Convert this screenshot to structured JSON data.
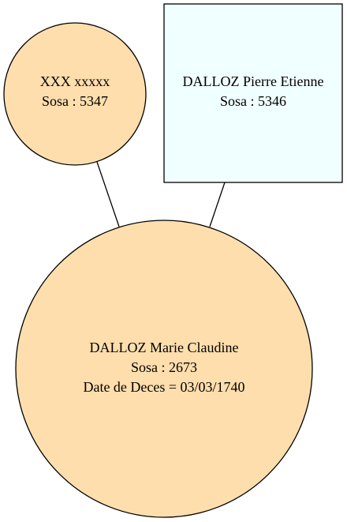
{
  "colors": {
    "female_fill": "#FFDEAD",
    "male_fill": "#F0FFFF",
    "stroke": "#000000",
    "background": "#FFFFFF"
  },
  "nodes": {
    "mother": {
      "name": "XXX xxxxx",
      "sosa": "Sosa : 5347",
      "shape": "circle"
    },
    "father": {
      "name": "DALLOZ Pierre Etienne",
      "sosa": "Sosa : 5346",
      "shape": "box"
    },
    "child": {
      "name": "DALLOZ Marie Claudine",
      "sosa": "Sosa : 2673",
      "death": "Date de Deces = 03/03/1740",
      "shape": "circle"
    }
  }
}
